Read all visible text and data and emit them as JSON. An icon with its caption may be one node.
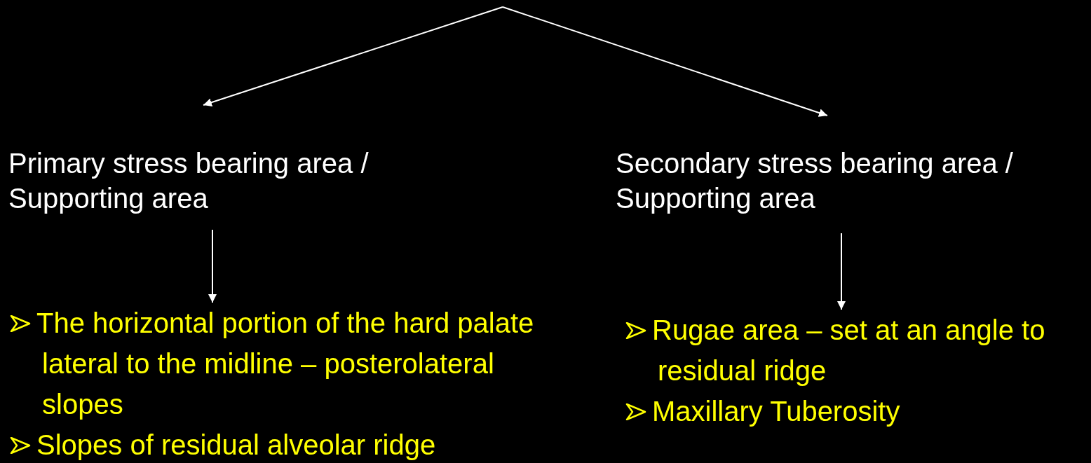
{
  "diagram": {
    "nodes": [
      {
        "text": [
          "Primary stress bearing area / Supporting area"
        ]
      },
      {
        "text": [
          "Secondary stress bearing area / Supporting area"
        ]
      },
      {
        "text": [
          "The horizontal portion of the hard palate lateral to the midline – posterolateral slopes",
          "Slopes of residual alveolar ridge"
        ]
      },
      {
        "text": [
          "Rugae area – set at an angle to residual ridge",
          "Maxillary Tuberosity"
        ]
      }
    ],
    "edges": [
      {
        "from": null,
        "to": 0,
        "arrow": "to"
      },
      {
        "from": null,
        "to": 1,
        "arrow": "to"
      },
      {
        "from": 0,
        "to": 2,
        "arrow": "to"
      },
      {
        "from": 1,
        "to": 3,
        "arrow": "to"
      }
    ]
  }
}
